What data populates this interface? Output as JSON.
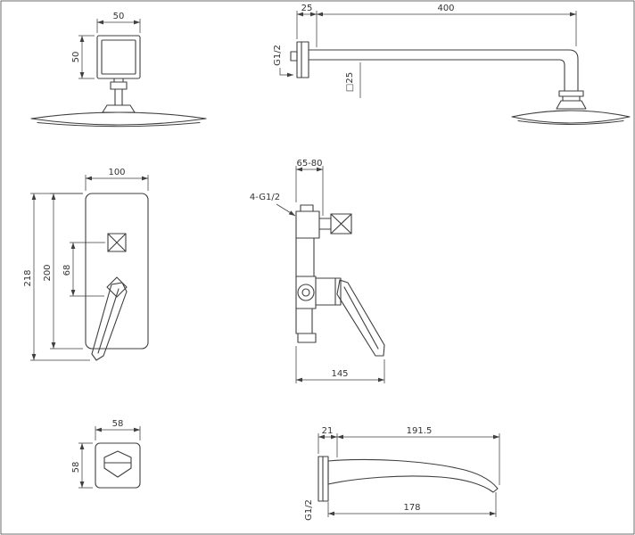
{
  "drawing": {
    "background": "#ffffff",
    "line_color": "#3f3f3f",
    "text_color": "#333333",
    "views": {
      "shower_head_front": {
        "dim_width": "50",
        "dim_height": "50"
      },
      "shower_arm_side": {
        "dim_wall_plate": "25",
        "dim_arm_length": "400",
        "label_thread": "G1/2",
        "label_square_tube": "□25"
      },
      "mixer_front": {
        "dim_width": "100",
        "dim_overall_height": "218",
        "dim_plate_height": "200",
        "dim_handle_offset": "68"
      },
      "mixer_side": {
        "dim_install_depth": "65-80",
        "label_thread": "4-G1/2",
        "dim_overall_width": "145"
      },
      "spout_front": {
        "dim_width": "58",
        "dim_height": "58"
      },
      "spout_side": {
        "dim_wall_plate": "21",
        "dim_overall_length": "191.5",
        "dim_spout_length": "178",
        "label_thread": "G1/2"
      }
    }
  }
}
